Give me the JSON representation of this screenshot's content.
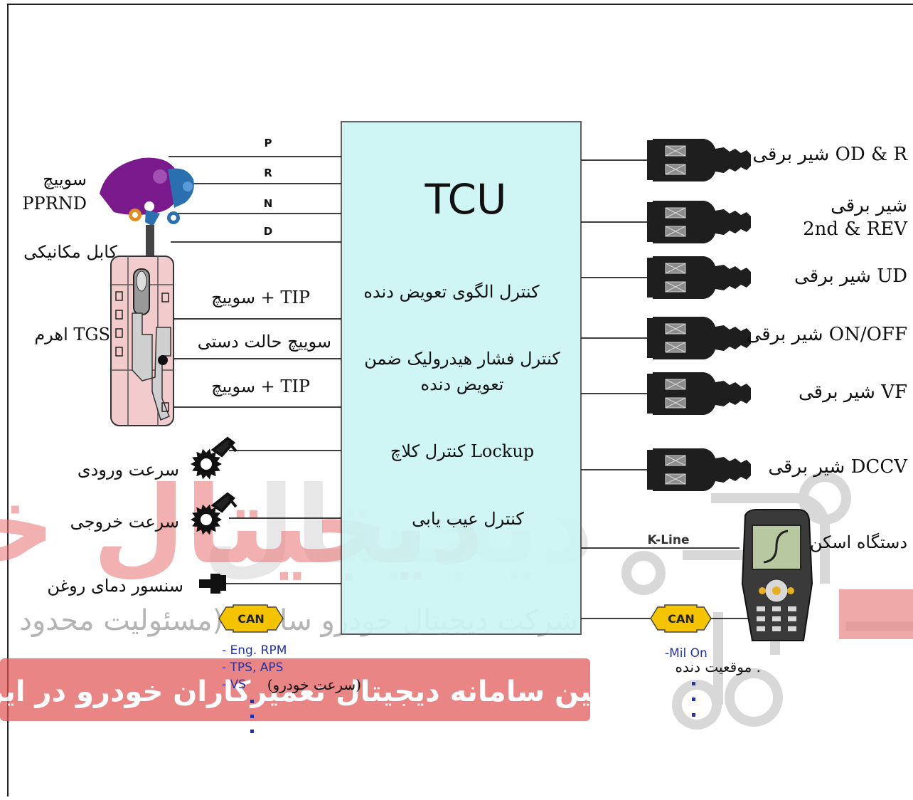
{
  "colors": {
    "tcu_fill": "#ccf5f5",
    "tcu_stroke": "#555555",
    "line": "#222222",
    "watermark_red": "#e05050",
    "watermark_gray": "#9a9a9a",
    "can_fill": "#f5c400",
    "blue_text": "#2233aa",
    "selector_purple": "#7a1a8c",
    "selector_blue": "#2a6fb0",
    "lever_pink": "#f2cccc"
  },
  "icons": {
    "selector": "ppr-nd-selector-icon",
    "lever": "tgs-lever-icon",
    "gear_sensor": "speed-sensor-gear-icon",
    "temp_sensor": "oil-temp-sensor-icon",
    "solenoid": "solenoid-valve-icon",
    "scanner": "scan-tool-icon",
    "can": "can-connector-icon"
  },
  "tcu": {
    "title": "TCU",
    "functions": [
      "کنترل الگوی تعویض دنده",
      "کنترل فشار هیدرولیک ضمن",
      "تعویض دنده",
      "کنترل کلاچ Lockup",
      "کنترل عیب یابی"
    ]
  },
  "switch_lines": [
    "P",
    "R",
    "N",
    "D"
  ],
  "left_labels": {
    "selector_line1": "سوییچ",
    "selector_line2": "PPRND",
    "cable": "کابل مکانیکی",
    "tgs": "اهرم TGS",
    "tip_top": "سوییچ + TIP",
    "manual": "سوییچ حالت دستی",
    "tip_bottom": "سوییچ + TIP",
    "input_speed": "سرعت ورودی",
    "output_speed": "سرعت خروجی",
    "oil_temp": "سنسور دمای روغن"
  },
  "solenoids": [
    {
      "line1": "شیر برقی OD & R",
      "line2": ""
    },
    {
      "line1": "شیر برقی",
      "line2": "2nd & REV"
    },
    {
      "line1": "شیر برقی UD",
      "line2": ""
    },
    {
      "line1": "شیر برقی ON/OFF",
      "line2": ""
    },
    {
      "line1": "شیر برقی VF",
      "line2": ""
    },
    {
      "line1": "شیر برقی DCCV",
      "line2": ""
    }
  ],
  "scanner": {
    "kline": "K-Line",
    "label": "دستگاه اسکن"
  },
  "can_left": {
    "label": "CAN",
    "items": [
      "- Eng. RPM",
      "- TPS, APS",
      "- VS"
    ],
    "vs_note": "(سرعت خودرو)"
  },
  "can_right": {
    "label": "CAN",
    "items": [
      "-Mil On"
    ],
    "gear_note": "موقعیت دنده ."
  },
  "watermark": {
    "brand": "دیجیتال خودرو",
    "company": "شرکت دیجیتال خودرو سامانه (مسئولیت محدود",
    "slogan": "اولین سامانه دیجیتال تعمیرکاران خودرو در ایران"
  }
}
